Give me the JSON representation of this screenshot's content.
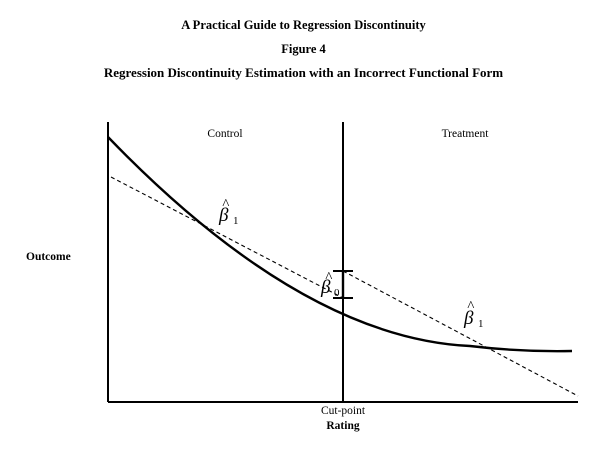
{
  "header": {
    "line1": "A Practical Guide to Regression Discontinuity",
    "line2": "Figure 4",
    "line3": "Regression Discontinuity Estimation with an Incorrect Functional Form"
  },
  "figure": {
    "y_axis_label": "Outcome",
    "x_tick_label": "Cut-point",
    "x_axis_label": "Rating",
    "region_left": "Control",
    "region_right": "Treatment",
    "beta1_symbol": "β",
    "beta1_hat": "^",
    "beta1_subscript": "1",
    "beta0_symbol": "β",
    "beta0_hat": "^",
    "beta0_subscript": "0"
  },
  "colors": {
    "ink": "#000000",
    "background": "#ffffff"
  }
}
